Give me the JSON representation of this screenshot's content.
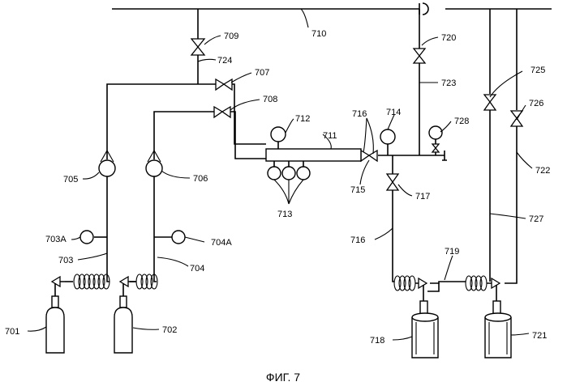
{
  "figure": {
    "caption": "ФИГ. 7"
  },
  "labels": {
    "l701": "701",
    "l702": "702",
    "l703": "703",
    "l703a": "703A",
    "l704": "704",
    "l704a": "704A",
    "l705": "705",
    "l706": "706",
    "l707": "707",
    "l708": "708",
    "l709": "709",
    "l710": "710",
    "l711": "711",
    "l712": "712",
    "l713": "713",
    "l714": "714",
    "l715": "715",
    "l716a": "716",
    "l716b": "716",
    "l717": "717",
    "l718": "718",
    "l719": "719",
    "l720": "720",
    "l721": "721",
    "l722": "722",
    "l723": "723",
    "l724": "724",
    "l725": "725",
    "l726": "726",
    "l727": "727",
    "l728": "728"
  }
}
